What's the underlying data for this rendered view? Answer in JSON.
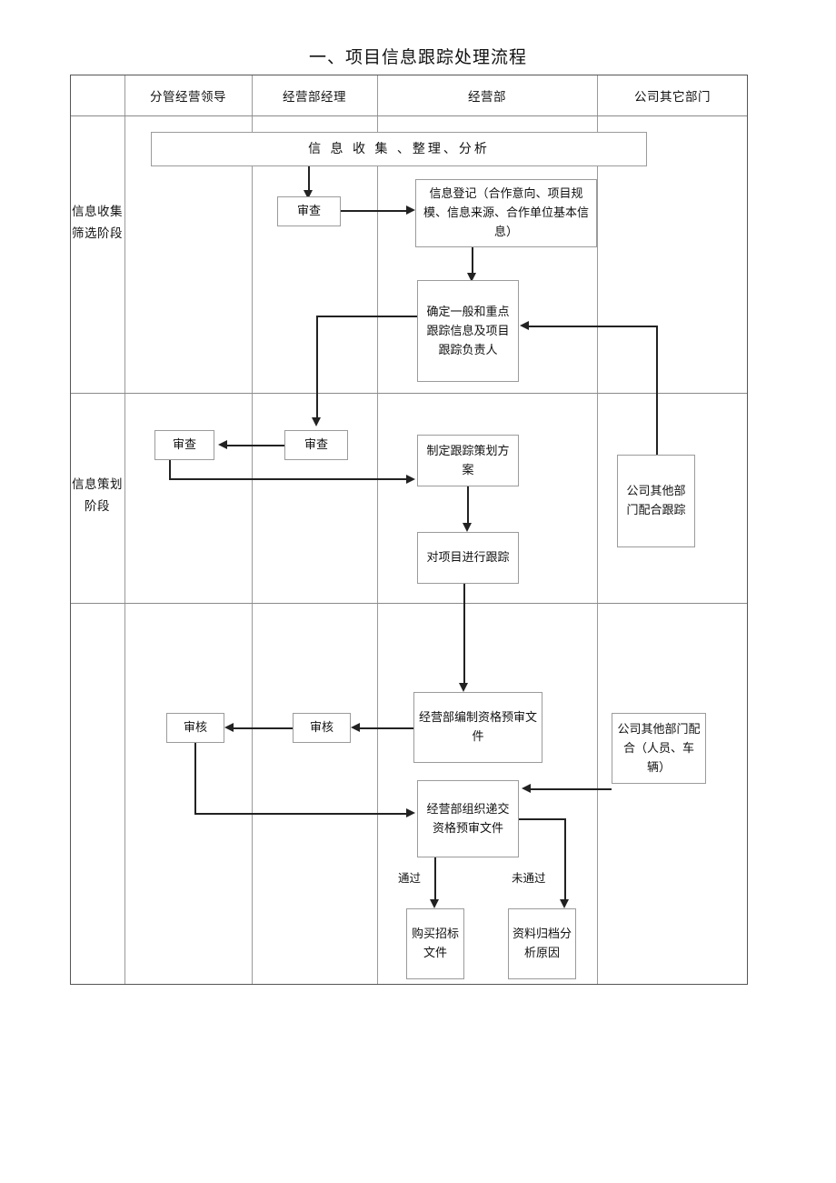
{
  "document": {
    "title": "一、项目信息跟踪处理流程"
  },
  "table": {
    "headers": [
      {
        "label": ""
      },
      {
        "label": "分管经营领导"
      },
      {
        "label": "经营部经理"
      },
      {
        "label": "经营部"
      },
      {
        "label": "公司其它部门"
      }
    ],
    "stages": [
      {
        "label": "信息收集筛选阶段"
      },
      {
        "label": "信息策划阶段"
      },
      {
        "label": ""
      }
    ]
  },
  "nodes": {
    "collect_banner": "信 息 收 集 、整理、分析",
    "review1": "审查",
    "register": "信息登记（合作意向、项目规模、信息来源、合作单位基本信息）",
    "determine": "确定一般和重点跟踪信息及项目跟踪负责人",
    "review2_leader": "审查",
    "review2_manager": "审查",
    "plan": "制定跟踪策划方案",
    "track": "对项目进行跟踪",
    "other_dept_track": "公司其他部门配合跟踪",
    "prepare_doc": "经营部编制资格预审文件",
    "audit_leader": "审核",
    "audit_manager": "审核",
    "submit_doc": "经营部组织递交资格预审文件",
    "other_dept_support": "公司其他部门配合（人员、车辆）",
    "buy_tender": "购买招标文件",
    "archive": "资料归档分析原因"
  },
  "edges": {
    "pass": "通过",
    "fail": "未通过"
  },
  "colors": {
    "line": "#222222",
    "grid": "#9a9a9a",
    "frame": "#555555",
    "box_border": "#9b9b9b",
    "text": "#111111",
    "background": "#ffffff"
  }
}
